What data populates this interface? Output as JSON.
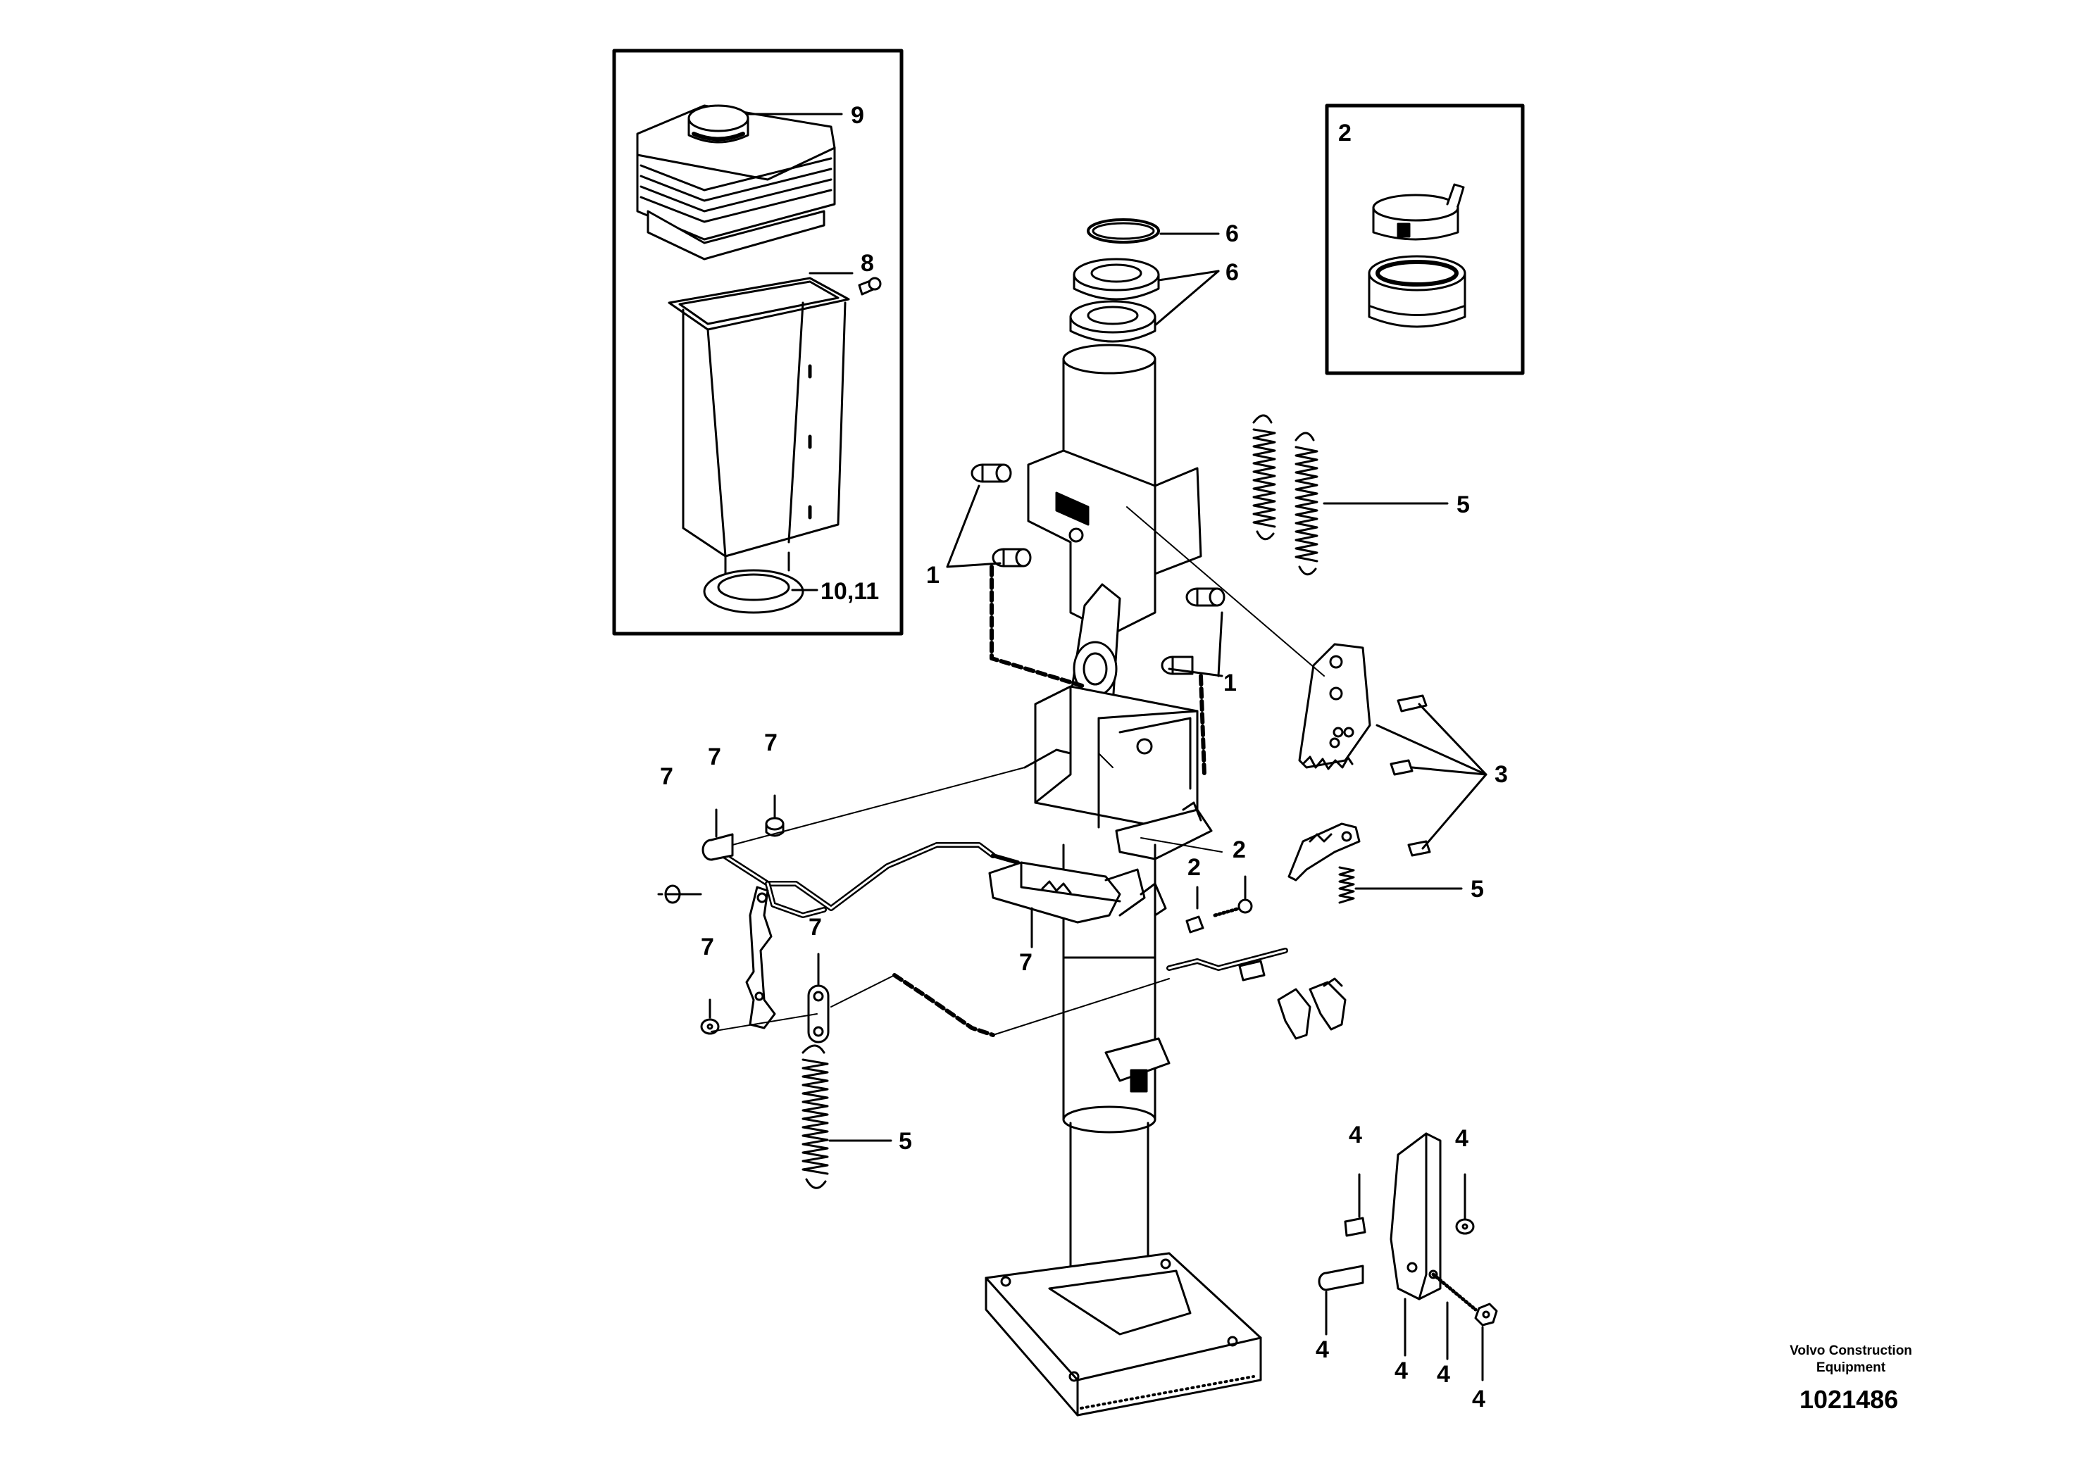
{
  "labels": {
    "callout_9": "9",
    "callout_8": "8",
    "callout_10_11": "10,11",
    "callout_6a": "6",
    "callout_6b": "6",
    "inset_2": "2",
    "callout_5a": "5",
    "callout_5b": "5",
    "callout_5c": "5",
    "callout_1a": "1",
    "callout_1b": "1",
    "callout_3": "3",
    "callout_7a": "7",
    "callout_7b": "7",
    "callout_7c": "7",
    "callout_7d": "7",
    "callout_7e": "7",
    "callout_7f": "7",
    "callout_2a": "2",
    "callout_2b": "2",
    "callout_4a": "4",
    "callout_4b": "4",
    "callout_4c": "4",
    "callout_4d": "4",
    "callout_4e": "4",
    "callout_4f": "4"
  },
  "brand": {
    "line1": "Volvo Construction",
    "line2": "Equipment"
  },
  "drawing_number": "1021486",
  "colors": {
    "ink": "#000000",
    "paper": "#ffffff"
  }
}
